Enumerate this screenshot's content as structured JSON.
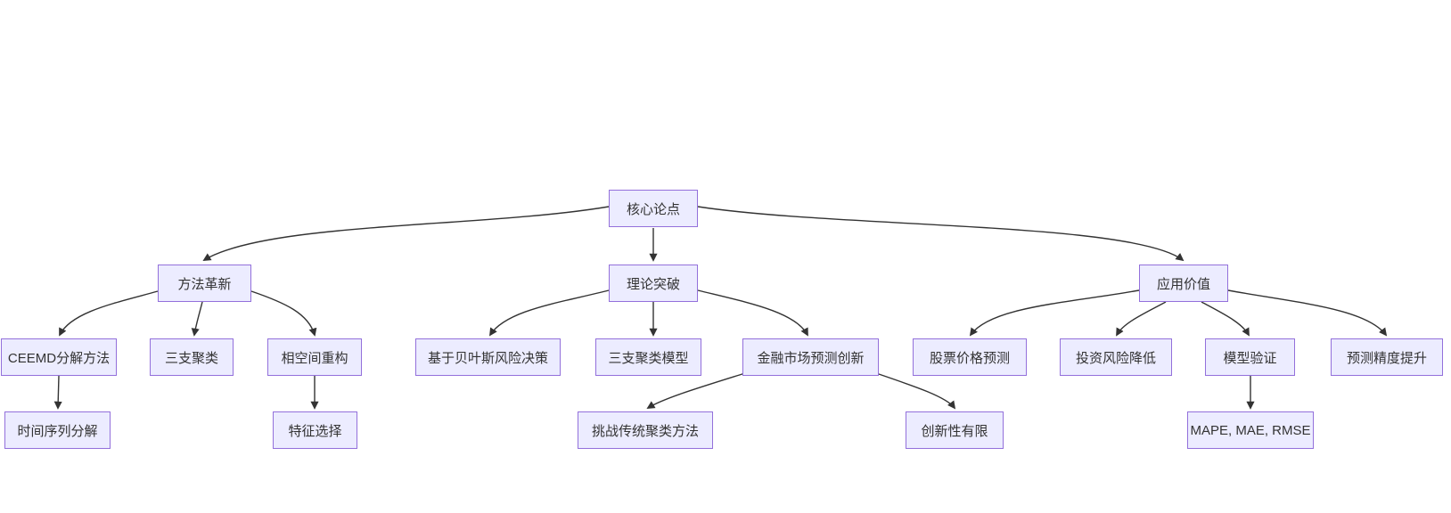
{
  "diagram": {
    "type": "flowchart",
    "direction": "top-down",
    "nodes": {
      "core": {
        "label": "核心论点"
      },
      "method": {
        "label": "方法革新"
      },
      "theory": {
        "label": "理论突破"
      },
      "application": {
        "label": "应用价值"
      },
      "ceemd": {
        "label": "CEEMD分解方法"
      },
      "three_way": {
        "label": "三支聚类"
      },
      "phase_space": {
        "label": "相空间重构"
      },
      "bayes": {
        "label": "基于贝叶斯风险决策"
      },
      "twc_model": {
        "label": "三支聚类模型"
      },
      "fin_innov": {
        "label": "金融市场预测创新"
      },
      "stock": {
        "label": "股票价格预测"
      },
      "invest": {
        "label": "投资风险降低"
      },
      "validation": {
        "label": "模型验证"
      },
      "accuracy": {
        "label": "预测精度提升"
      },
      "ts_decomp": {
        "label": "时间序列分解"
      },
      "feature": {
        "label": "特征选择"
      },
      "challenge": {
        "label": "挑战传统聚类方法"
      },
      "limited": {
        "label": "创新性有限"
      },
      "metrics": {
        "label": "MAPE, MAE, RMSE"
      }
    },
    "edges": [
      {
        "from": "core",
        "to": "method"
      },
      {
        "from": "core",
        "to": "theory"
      },
      {
        "from": "core",
        "to": "application"
      },
      {
        "from": "method",
        "to": "ceemd"
      },
      {
        "from": "method",
        "to": "three_way"
      },
      {
        "from": "method",
        "to": "phase_space"
      },
      {
        "from": "theory",
        "to": "bayes"
      },
      {
        "from": "theory",
        "to": "twc_model"
      },
      {
        "from": "theory",
        "to": "fin_innov"
      },
      {
        "from": "application",
        "to": "stock"
      },
      {
        "from": "application",
        "to": "invest"
      },
      {
        "from": "application",
        "to": "validation"
      },
      {
        "from": "application",
        "to": "accuracy"
      },
      {
        "from": "ceemd",
        "to": "ts_decomp"
      },
      {
        "from": "phase_space",
        "to": "feature"
      },
      {
        "from": "fin_innov",
        "to": "challenge"
      },
      {
        "from": "fin_innov",
        "to": "limited"
      },
      {
        "from": "validation",
        "to": "metrics"
      }
    ]
  },
  "colors": {
    "background": "#FFFFFF",
    "node_fill": "#ECECFF",
    "node_border": "#9370DB",
    "edge_line": "#333333",
    "text": "#333333"
  }
}
